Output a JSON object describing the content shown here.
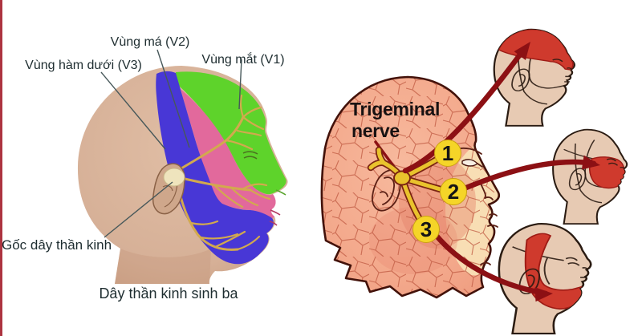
{
  "page": {
    "background": "#ffffff",
    "left_edge_sliver": "#ad3440"
  },
  "left_panel": {
    "labels": {
      "v2_label": "Vùng má (V2)",
      "v3_label": "Vùng hàm dưới (V3)",
      "v1_label": "Vùng mắt (V1)",
      "nerve_root_label": "Gốc dây thần kinh",
      "caption": "Dây thần kinh sinh ba"
    },
    "region_colors": {
      "v1_eye_region": "#5ed32b",
      "v2_cheek_region": "#e2699c",
      "v3_jaw_region": "#4837d6",
      "skin": "#d9b69c",
      "nerve_yellow": "#d2a94e",
      "label_text": "#1e2d30",
      "pointer_line": "#47585a"
    }
  },
  "right_panel": {
    "title_line1": "Trigeminal",
    "title_line2": "nerve",
    "branches": [
      {
        "number": "1"
      },
      {
        "number": "2"
      },
      {
        "number": "3"
      }
    ],
    "colors": {
      "head_fill": "#f4aa8d",
      "crack_lines": "#c05a42",
      "outline_dark": "#43120a",
      "arrow_red": "#8c1014",
      "badge_yellow": "#f5d528",
      "badge_text": "#151515",
      "nerve_yellow_bright": "#e9c32d",
      "nerve_outline": "#7a2412",
      "small_head_skin": "#e7cab3",
      "small_head_outline": "#2a1b12",
      "pain_region_red": "#cf3a2d",
      "cream": "#f8e3b8",
      "title_text": "#181212"
    }
  }
}
